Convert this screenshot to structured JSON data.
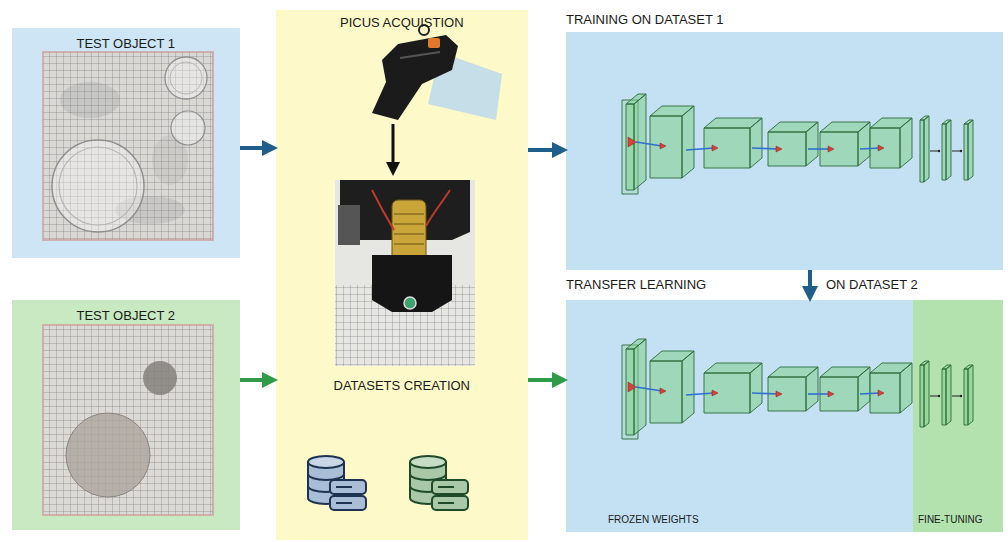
{
  "diagram": {
    "nodes": [
      {
        "text": [
          "TEST OBJECT 1"
        ]
      },
      {
        "text": [
          "PICUS ACQUISTION",
          "DATASETS CREATION"
        ]
      },
      {
        "text": [
          "TRAINING ON DATASET 1"
        ]
      },
      {
        "text": [
          "TEST OBJECT 2"
        ]
      },
      {
        "text": [
          "TRANSFER LEARNING",
          "ON DATASET 2",
          "FROZEN WEIGHTS"
        ]
      },
      {
        "text": [
          "FINE-TUNING"
        ],
        "in": 4
      }
    ],
    "edges": [
      {
        "from": 0,
        "to": 1,
        "arrow": "to"
      },
      {
        "from": 1,
        "to": 2,
        "arrow": "to"
      },
      {
        "from": 2,
        "to": 4,
        "arrow": "to"
      },
      {
        "from": 3,
        "to": 1,
        "arrow": "to"
      },
      {
        "from": 1,
        "to": 4,
        "arrow": "to"
      }
    ]
  }
}
